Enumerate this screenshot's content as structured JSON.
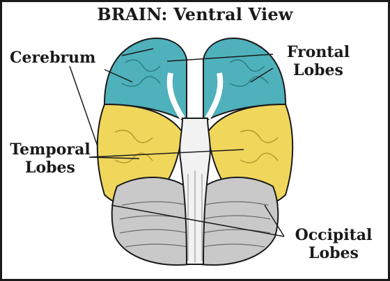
{
  "title": "BRAIN: Ventral View",
  "labels": {
    "cerebrum": "Cerebrum",
    "frontal_line1": "Frontal",
    "frontal_line2": "Lobes",
    "temporal_line1": "Temporal",
    "temporal_line2": "Lobes",
    "occipital_line1": "Occipital",
    "occipital_line2": "Lobes"
  },
  "colors": {
    "frontal": "#4fb1bb",
    "temporal": "#f0d75c",
    "cerebellum": "#c9c9c9",
    "brainstem": "#f2f2f2",
    "outline": "#1a1a1a",
    "frame": "#1a1a1a"
  }
}
